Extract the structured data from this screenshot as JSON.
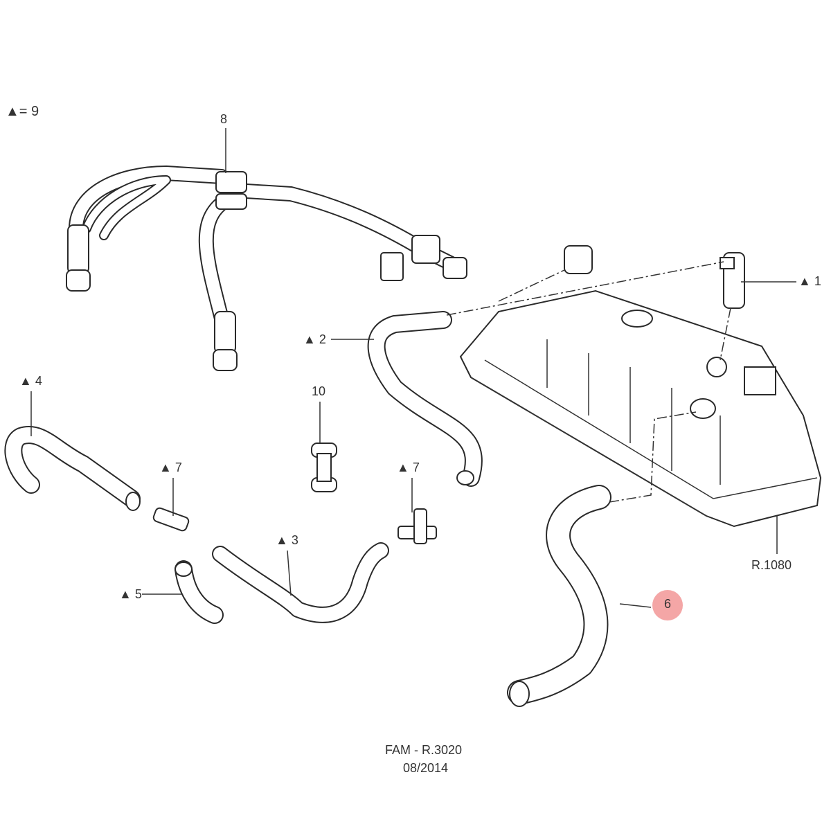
{
  "legend": {
    "marker": "▲",
    "text": "= 9"
  },
  "callouts": {
    "p1": "▲ 1",
    "p2": "▲ 2",
    "p3": "▲ 3",
    "p4": "▲ 4",
    "p5": "▲ 5",
    "p6": "6",
    "p7a": "▲ 7",
    "p7b": "▲ 7",
    "p8": "8",
    "p10": "10",
    "ref": "R.1080"
  },
  "footer": {
    "code": "FAM - R.3020",
    "date": "08/2014"
  },
  "colors": {
    "highlight": "#f4a6a6",
    "line": "#2a2a2a"
  }
}
